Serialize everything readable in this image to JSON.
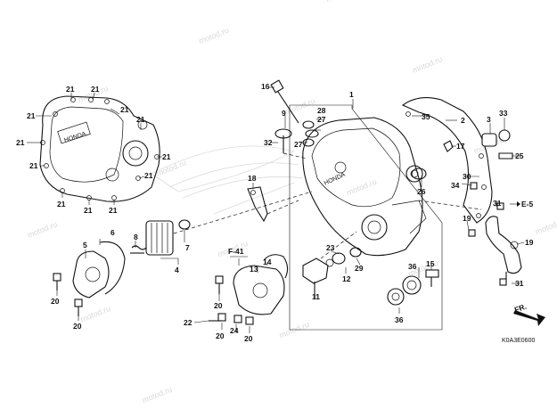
{
  "watermark": "motod.ru",
  "diagram_code": "K0A3E0600",
  "front_marker": "FR.",
  "refs": {
    "f41": "F-41",
    "e5": "E-5"
  },
  "parts": {
    "p1": "1",
    "p2": "2",
    "p3": "3",
    "p4": "4",
    "p5": "5",
    "p6": "6",
    "p7": "7",
    "p8": "8",
    "p9": "9",
    "p11": "11",
    "p12": "12",
    "p13": "13",
    "p14": "14",
    "p15": "15",
    "p16": "16",
    "p17": "17",
    "p18": "18",
    "p19": "19",
    "p20": "20",
    "p21": "21",
    "p22": "22",
    "p23": "23",
    "p24": "24",
    "p25": "25",
    "p26": "26",
    "p27": "27",
    "p28": "28",
    "p29": "29",
    "p30": "30",
    "p31": "31",
    "p32": "32",
    "p33": "33",
    "p34": "34",
    "p35": "35",
    "p36": "36"
  }
}
